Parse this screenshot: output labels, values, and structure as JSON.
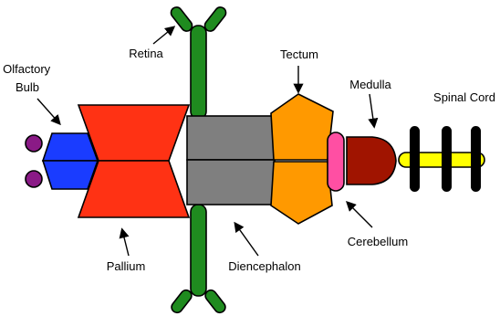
{
  "labels": {
    "olfactory_bulb": [
      "Olfactory",
      "Bulb"
    ],
    "retina": "Retina",
    "tectum": "Tectum",
    "medulla": "Medulla",
    "spinal_cord": "Spinal Cord",
    "pallium": "Pallium",
    "diencephalon": "Diencephalon",
    "cerebellum": "Cerebellum"
  },
  "colors": {
    "olfactory_bulb": "#1a3cff",
    "olfactory_nubs": "#8a1a86",
    "pallium": "#ff3214",
    "diencephalon": "#7f7f7f",
    "retina": "#1f8b1f",
    "tectum": "#ff9900",
    "cerebellum": "#ff4fa3",
    "medulla": "#a01400",
    "spinal_cord": "#ffff00",
    "spinal_bars": "#000000"
  }
}
